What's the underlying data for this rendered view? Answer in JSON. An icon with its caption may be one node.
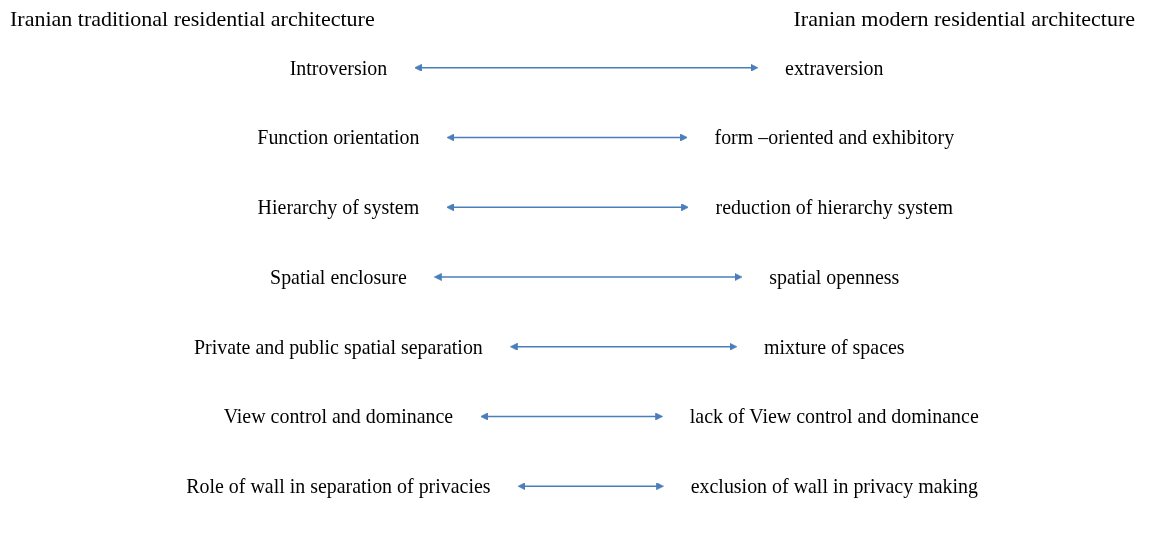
{
  "diagram": {
    "nodes": [
      {
        "text": [
          "Introversion"
        ]
      },
      {
        "text": [
          "extraversion"
        ]
      },
      {
        "text": [
          "Function orientation"
        ]
      },
      {
        "text": [
          "form –oriented and exhibitory"
        ]
      },
      {
        "text": [
          "Hierarchy of system"
        ]
      },
      {
        "text": [
          "reduction of hierarchy system"
        ]
      },
      {
        "text": [
          "Spatial enclosure"
        ]
      },
      {
        "text": [
          "spatial openness"
        ]
      },
      {
        "text": [
          "Private and public spatial separation"
        ]
      },
      {
        "text": [
          "mixture of spaces"
        ]
      },
      {
        "text": [
          "View control and dominance"
        ]
      },
      {
        "text": [
          "lack of View control and dominance"
        ]
      },
      {
        "text": [
          "Role of wall in separation of privacies"
        ]
      },
      {
        "text": [
          "exclusion of wall in privacy making"
        ]
      }
    ],
    "edges": [
      {
        "from": 0,
        "to": 1,
        "arrow": "both"
      },
      {
        "from": 2,
        "to": 3,
        "arrow": "both"
      },
      {
        "from": 4,
        "to": 5,
        "arrow": "both"
      },
      {
        "from": 6,
        "to": 7,
        "arrow": "both"
      },
      {
        "from": 8,
        "to": 9,
        "arrow": "both"
      },
      {
        "from": 10,
        "to": 11,
        "arrow": "both"
      },
      {
        "from": 12,
        "to": 13,
        "arrow": "both"
      }
    ],
    "labels": [
      "Iranian traditional residential architecture",
      "Iranian modern residential architecture"
    ]
  }
}
